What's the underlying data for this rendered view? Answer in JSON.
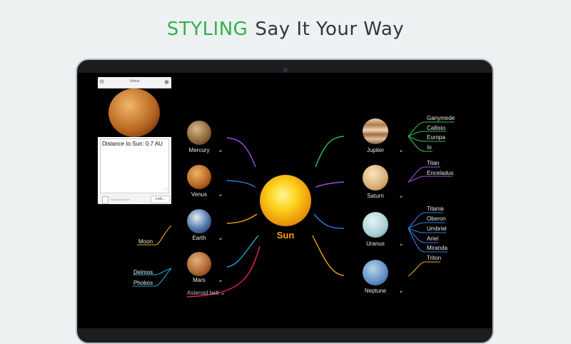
{
  "headline": {
    "accent": "STYLING",
    "rest": "Say It Your Way"
  },
  "mindmap": {
    "center": {
      "label": "Sun"
    },
    "left_nodes": [
      {
        "label": "Mercury"
      },
      {
        "label": "Venus"
      },
      {
        "label": "Earth"
      },
      {
        "label": "Mars"
      },
      {
        "label": "Asteroid belt"
      }
    ],
    "right_nodes": [
      {
        "label": "Jupiter"
      },
      {
        "label": "Saturn"
      },
      {
        "label": "Uranus"
      },
      {
        "label": "Neptune"
      }
    ],
    "earth_moons": [
      "Moon"
    ],
    "mars_moons": [
      "Deimos",
      "Phobos"
    ],
    "jupiter_moons": [
      "Ganymede",
      "Callisto",
      "Europa",
      "Io"
    ],
    "saturn_moons": [
      "Titan",
      "Enceladus"
    ],
    "uranus_moons": [
      "Titania",
      "Oberon",
      "Umbriel",
      "Ariel",
      "Miranda"
    ],
    "neptune_moons": [
      "Triton"
    ]
  },
  "popup": {
    "title": "Venus",
    "note_text": "Distance to Sun: 0.7 AU",
    "attachment_label": "No Attachment",
    "link_button": "Link..."
  },
  "icons": {
    "note": "note-icon",
    "gear": "gear-icon",
    "eye": "eye-icon"
  },
  "colors": {
    "accent": "#2fb34a",
    "sun_label": "#f2a31b",
    "branch_mercury": "#9b4de6",
    "branch_venus": "#2f7de0",
    "branch_earth": "#f2a31b",
    "branch_mars": "#1fa6d6",
    "branch_asteroid": "#e8245a",
    "branch_jupiter": "#34c04e",
    "branch_saturn": "#9b4de6",
    "branch_uranus": "#2f7de0",
    "branch_neptune": "#f2a31b"
  }
}
